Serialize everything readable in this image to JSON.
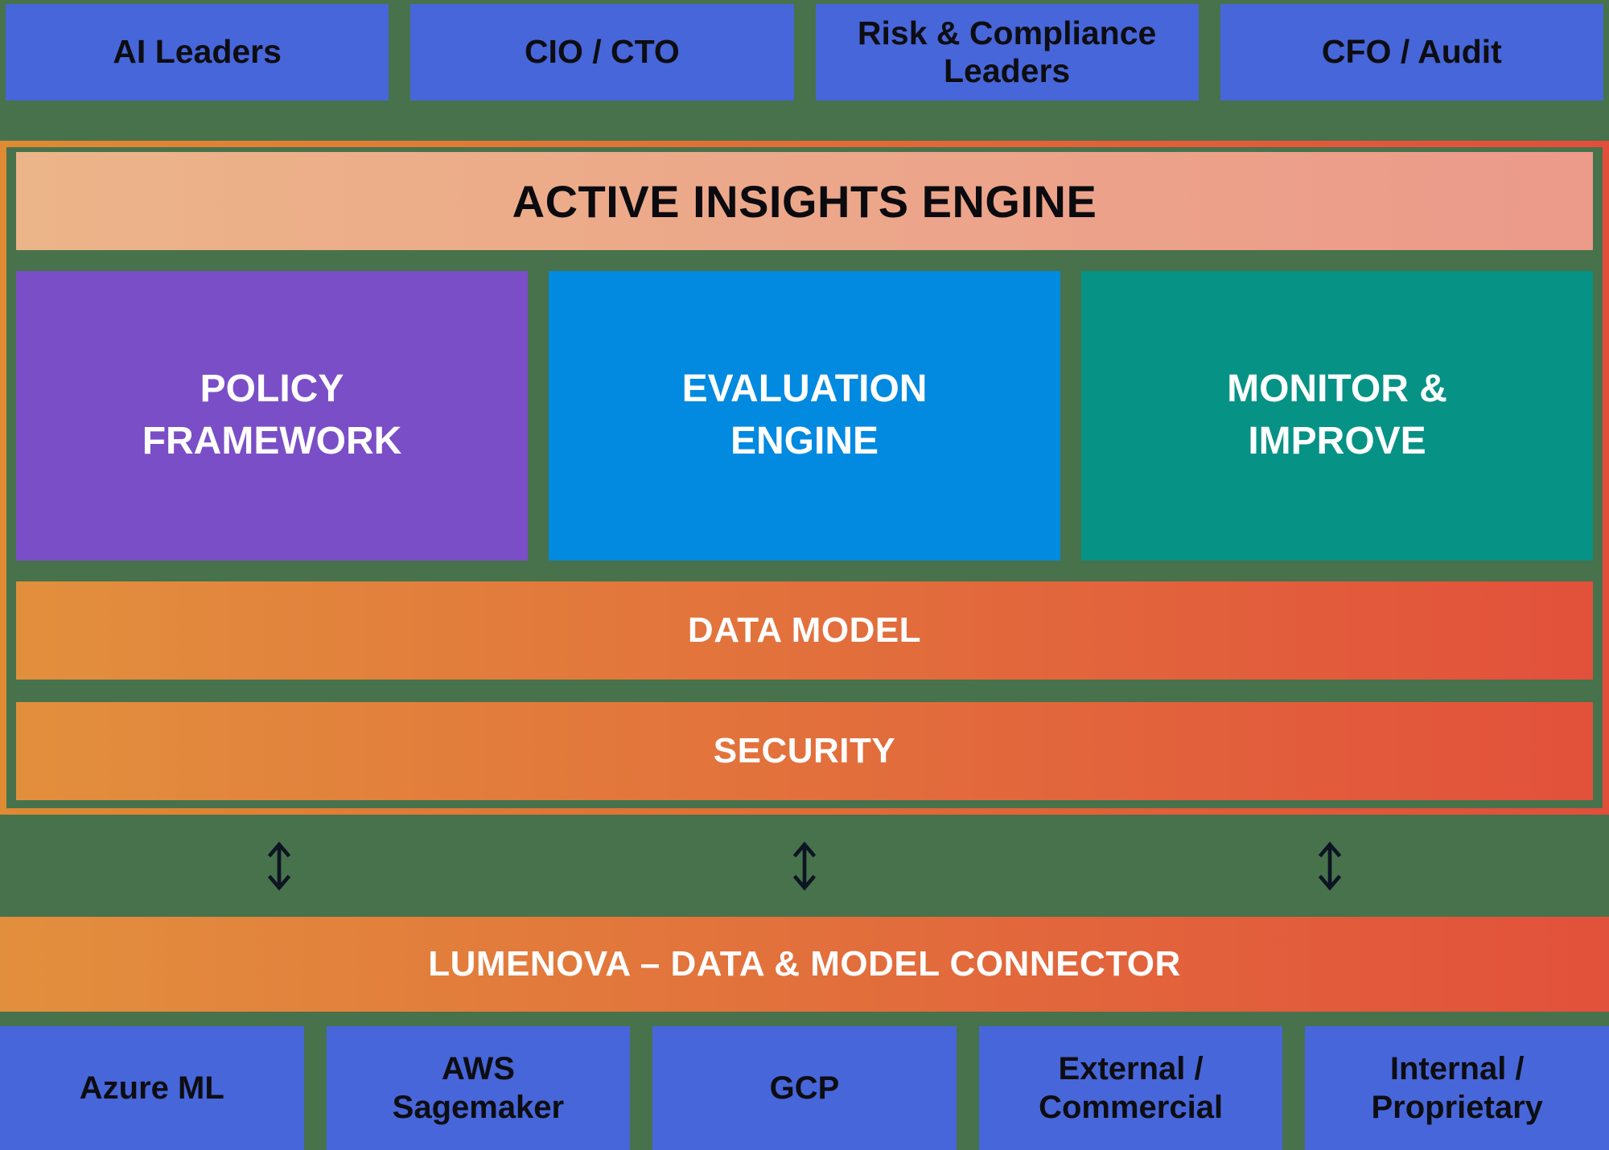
{
  "stakeholders": {
    "items": [
      {
        "label": "AI Leaders"
      },
      {
        "label": "CIO / CTO"
      },
      {
        "label": "Risk & Compliance\nLeaders"
      },
      {
        "label": "CFO / Audit"
      }
    ]
  },
  "platform": {
    "header": {
      "label": "ACTIVE INSIGHTS ENGINE"
    },
    "modules": [
      {
        "label": "POLICY\nFRAMEWORK",
        "color": "#7a4ec7"
      },
      {
        "label": "EVALUATION\nENGINE",
        "color": "#0289e0"
      },
      {
        "label": "MONITOR &\nIMPROVE",
        "color": "#069285"
      }
    ],
    "layers": [
      {
        "label": "DATA MODEL"
      },
      {
        "label": "SECURITY"
      }
    ]
  },
  "connector": {
    "label": "LUMENOVA – DATA & MODEL CONNECTOR"
  },
  "sources": {
    "items": [
      {
        "label": "Azure ML"
      },
      {
        "label": "AWS\nSagemaker"
      },
      {
        "label": "GCP"
      },
      {
        "label": "External /\nCommercial"
      },
      {
        "label": "Internal /\nProprietary"
      }
    ]
  },
  "colors": {
    "background_green": "#47724c",
    "stakeholder_blue": "#4766d9",
    "platform_border_start": "#df8b33",
    "platform_border_end": "#e34e3b",
    "engine_header_start": "#ecb489",
    "engine_header_end": "#ec9a8a",
    "module_purple": "#7a4ec7",
    "module_blue": "#0289e0",
    "module_teal": "#069285",
    "layer_orange_start": "#e28f3d",
    "layer_orange_end": "#e2513b",
    "arrow_dark": "#0d1422",
    "text_dark": "#0d0d12",
    "text_light": "#ffffff"
  }
}
